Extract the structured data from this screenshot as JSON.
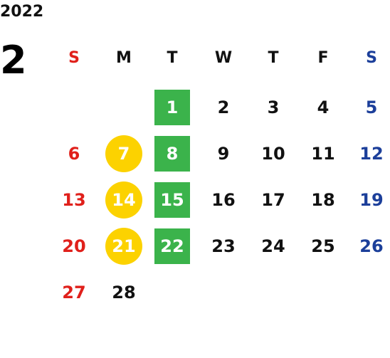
{
  "year": "2022",
  "month": "2",
  "weekdays": [
    "S",
    "M",
    "T",
    "W",
    "T",
    "F",
    "S"
  ],
  "colors": {
    "sunday": "#e0201b",
    "saturday": "#1c3f9a",
    "weekday": "#111111",
    "highlight_green": "#3bb34b",
    "highlight_yellow": "#fcd200"
  },
  "first_weekday_index": 2,
  "days_in_month": 28,
  "highlights": {
    "green_square": [
      1,
      8,
      15,
      22
    ],
    "yellow_circle": [
      7,
      14,
      21
    ]
  }
}
